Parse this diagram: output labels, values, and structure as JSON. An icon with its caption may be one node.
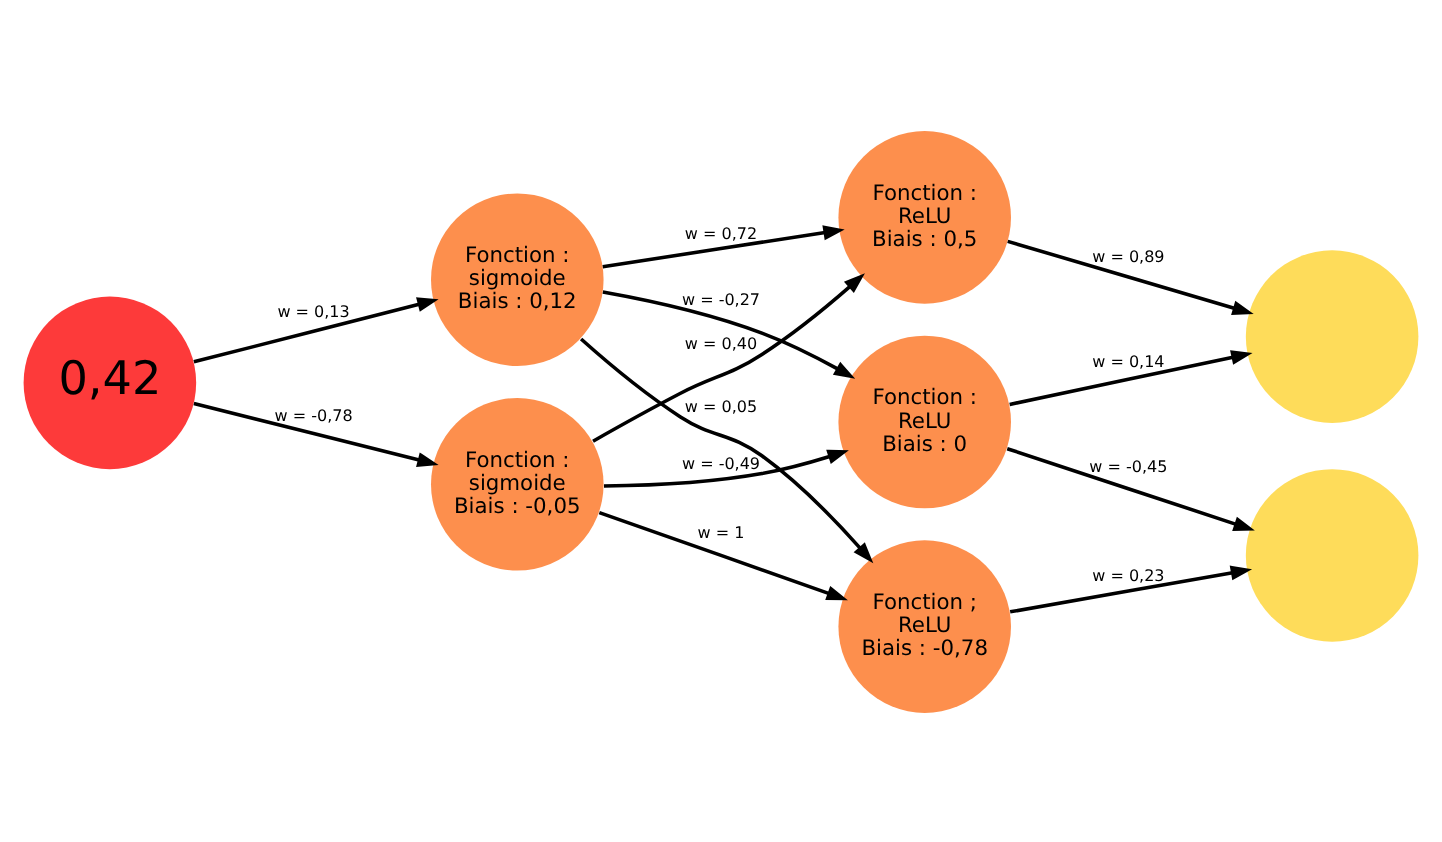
{
  "diagram": {
    "nodes": [
      {
        "text": [
          "0,42"
        ]
      },
      {
        "text": [
          "Fonction : sigmoide",
          "Biais : 0,12"
        ]
      },
      {
        "text": [
          "Fonction : sigmoide",
          "Biais : -0,05"
        ]
      },
      {
        "text": [
          "Fonction : ReLU",
          "Biais : 0,5"
        ]
      },
      {
        "text": [
          "Fonction : ReLU",
          "Biais : 0"
        ]
      },
      {
        "text": [
          "Fonction ; ReLU",
          "Biais : -0,78"
        ]
      },
      {
        "text": [],
        "shape": "circle"
      },
      {
        "text": [],
        "shape": "circle"
      }
    ],
    "edges": [
      {
        "from": 0,
        "to": 1,
        "arrow": "to",
        "label": "w = 0,13"
      },
      {
        "from": 0,
        "to": 2,
        "arrow": "to",
        "label": "w = -0,78"
      },
      {
        "from": 1,
        "to": 3,
        "arrow": "to",
        "label": "w = 0,72"
      },
      {
        "from": 1,
        "to": 4,
        "arrow": "to",
        "label": "w = -0,27"
      },
      {
        "from": 1,
        "to": 5,
        "arrow": "to",
        "label": "w = 0,05"
      },
      {
        "from": 2,
        "to": 3,
        "arrow": "to",
        "label": "w = 0,40"
      },
      {
        "from": 2,
        "to": 4,
        "arrow": "to",
        "label": "w = -0,49"
      },
      {
        "from": 2,
        "to": 5,
        "arrow": "to",
        "label": "w = 1"
      },
      {
        "from": 3,
        "to": 6,
        "arrow": "to",
        "label": "w = 0,89"
      },
      {
        "from": 4,
        "to": 6,
        "arrow": "to",
        "label": "w = 0,14"
      },
      {
        "from": 4,
        "to": 7,
        "arrow": "to",
        "label": "w = -0,45"
      },
      {
        "from": 5,
        "to": 7,
        "arrow": "to",
        "label": "w = 0,23"
      }
    ]
  }
}
